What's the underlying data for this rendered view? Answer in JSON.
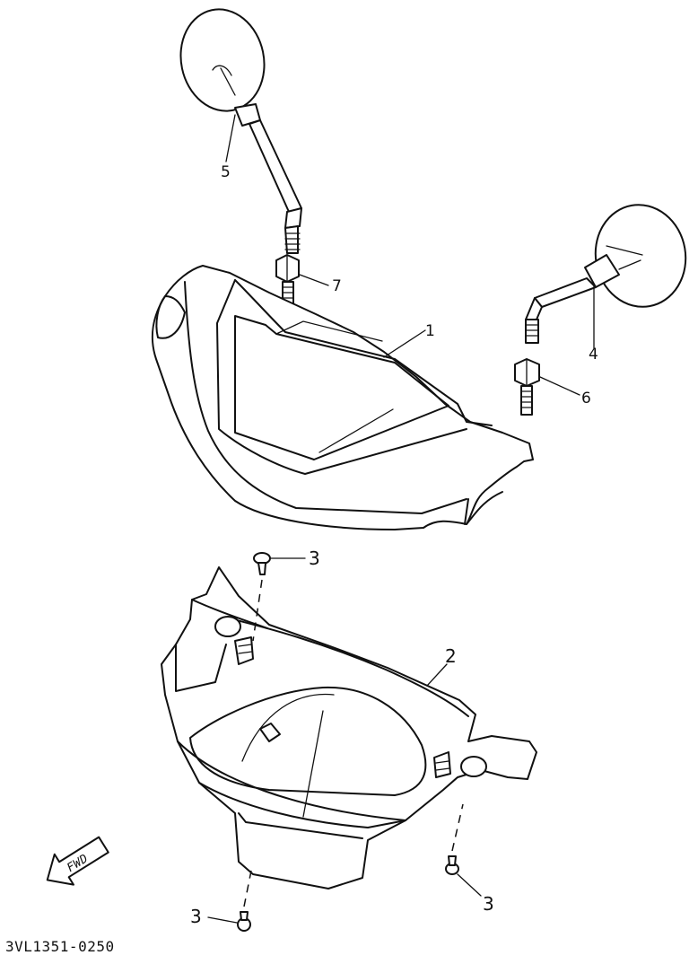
{
  "diagram": {
    "drawing_code": "3VL1351-0250",
    "fwd_label": "FWD",
    "callouts": [
      {
        "id": "c1",
        "label": "1"
      },
      {
        "id": "c2",
        "label": "2"
      },
      {
        "id": "c3a",
        "label": "3"
      },
      {
        "id": "c3b",
        "label": "3"
      },
      {
        "id": "c3c",
        "label": "3"
      },
      {
        "id": "c4",
        "label": "4"
      },
      {
        "id": "c5",
        "label": "5"
      },
      {
        "id": "c6",
        "label": "6"
      },
      {
        "id": "c7",
        "label": "7"
      }
    ]
  }
}
